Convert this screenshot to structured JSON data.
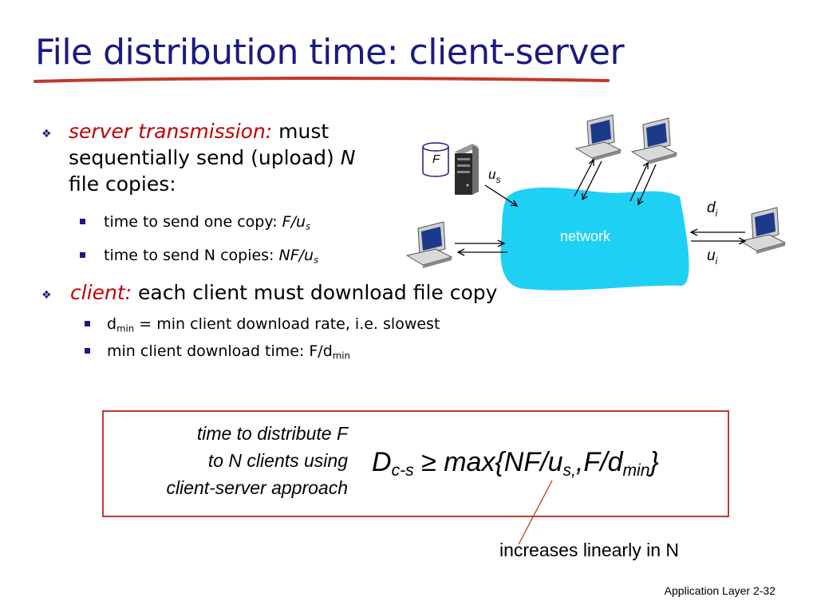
{
  "title": "File distribution time: client-server",
  "server": {
    "label": "server transmission:",
    "text1": " must",
    "text2": "sequentially send (upload) ",
    "text2_italic": "N",
    "text3": "file copies:",
    "sub1_text": "time to send one copy: ",
    "sub1_math": "F/u",
    "sub1_sub": "s",
    "sub2_text": "time to send N copies: ",
    "sub2_math": "NF/u",
    "sub2_sub": "s"
  },
  "client": {
    "label": "client:",
    "text": " each client must download file copy",
    "sub1_a": "d",
    "sub1_sub": "min",
    "sub1_b": " = min client download rate, i.e. slowest",
    "sub2_a": "min client download time: F/d",
    "sub2_sub": "min"
  },
  "diagram": {
    "file_label": "F",
    "us_main": "u",
    "us_sub": "s",
    "network_label": "network",
    "di_main": "d",
    "di_sub": "i",
    "ui_main": "u",
    "ui_sub": "i",
    "network_color": "#1fd0f5"
  },
  "formula": {
    "label1": "time to  distribute F",
    "label2": "to N clients using",
    "label3": "client-server approach",
    "D": "D",
    "D_sub": "c-s",
    "rel": " ≥ max{NF/u",
    "us_sub": "s,",
    "mid": ",F/d",
    "dmin_sub": "min",
    "close": "}",
    "note": "increases linearly in N",
    "box_color": "#c0392b"
  },
  "footer": {
    "label": "Application Layer",
    "page": "2-32"
  }
}
